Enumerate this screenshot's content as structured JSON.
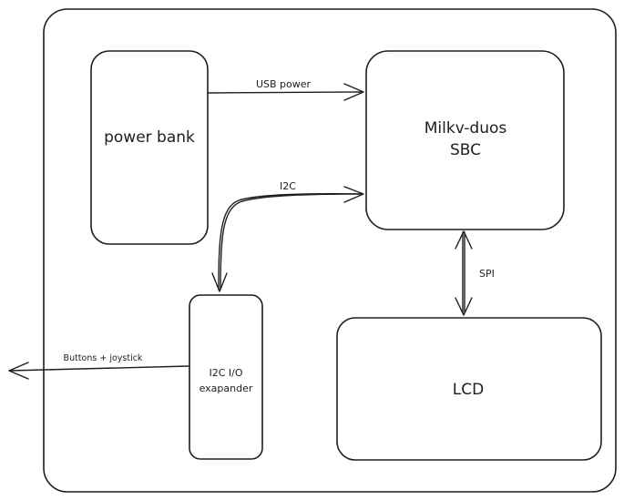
{
  "nodes": {
    "power_bank": {
      "label": "power bank"
    },
    "sbc": {
      "line1": "Milkv-duos",
      "line2": "SBC"
    },
    "io_expander": {
      "line1": "I2C I/O",
      "line2": "exapander"
    },
    "lcd": {
      "label": "LCD"
    }
  },
  "edges": {
    "usb_power": {
      "label": "USB power"
    },
    "i2c": {
      "label": "I2C"
    },
    "spi": {
      "label": "SPI"
    },
    "buttons": {
      "label": "Buttons + joystick"
    }
  }
}
